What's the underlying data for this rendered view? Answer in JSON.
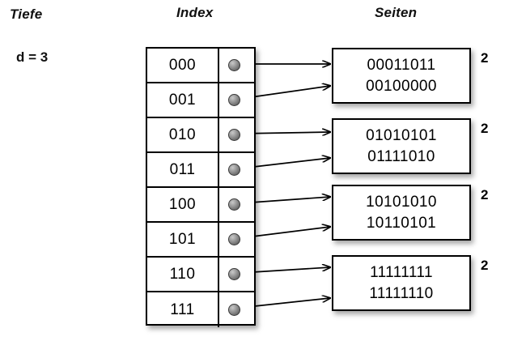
{
  "headings": {
    "depth": "Tiefe",
    "index": "Index",
    "pages": "Seiten"
  },
  "depth": {
    "label": "d = 3"
  },
  "index_table": {
    "rows": [
      {
        "key": "000",
        "pointer": "pointer-dot",
        "target_page": 0
      },
      {
        "key": "001",
        "pointer": "pointer-dot",
        "target_page": 0
      },
      {
        "key": "010",
        "pointer": "pointer-dot",
        "target_page": 1
      },
      {
        "key": "011",
        "pointer": "pointer-dot",
        "target_page": 1
      },
      {
        "key": "100",
        "pointer": "pointer-dot",
        "target_page": 2
      },
      {
        "key": "101",
        "pointer": "pointer-dot",
        "target_page": 2
      },
      {
        "key": "110",
        "pointer": "pointer-dot",
        "target_page": 3
      },
      {
        "key": "111",
        "pointer": "pointer-dot",
        "target_page": 3
      }
    ]
  },
  "pages": [
    {
      "line1": "00011011",
      "line2": "00100000",
      "count": "2"
    },
    {
      "line1": "01010101",
      "line2": "01111010",
      "count": "2"
    },
    {
      "line1": "10101010",
      "line2": "10110101",
      "count": "2"
    },
    {
      "line1": "11111111",
      "line2": "11111110",
      "count": "2"
    }
  ],
  "colors": {
    "background": "#ffffff",
    "stroke": "#000000",
    "dot_fill": "#8a8a8a",
    "text": "#000000"
  }
}
